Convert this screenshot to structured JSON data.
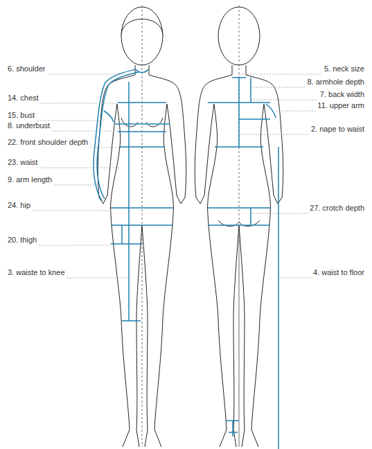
{
  "diagram": {
    "labels": [
      "6. shoulder",
      "14. chest",
      "15. bust",
      "8. underbust",
      "22. front shoulder depth",
      "23. waist",
      "9. arm length",
      "24. hip",
      "20. thigh",
      "3. waiste to knee",
      "5. neck size",
      "8. armhole depth",
      "7. back width",
      "11. upper arm",
      "2. nape to waist",
      "27. crotch depth",
      "4. waist to floor"
    ]
  }
}
